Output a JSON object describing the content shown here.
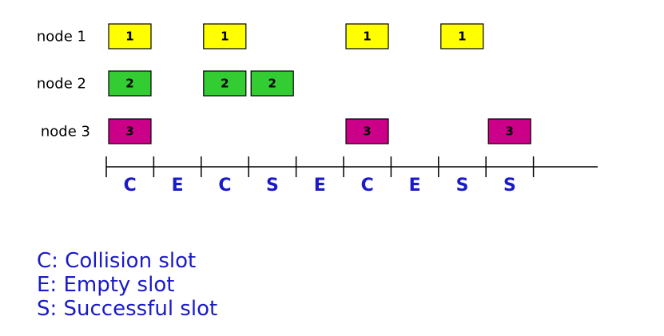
{
  "colors": {
    "node1": "#ffff00",
    "node2": "#33cc33",
    "node3": "#cc0088",
    "slot_text": "#1a1ac8",
    "legend_text": "#1a1ac8"
  },
  "nodes": [
    {
      "label": "node 1",
      "id": "1",
      "color_key": "node1",
      "slots": [
        0,
        2,
        5,
        7
      ]
    },
    {
      "label": "node 2",
      "id": "2",
      "color_key": "node2",
      "slots": [
        0,
        2,
        3
      ]
    },
    {
      "label": "node 3",
      "id": "3",
      "color_key": "node3",
      "slots": [
        0,
        5,
        8
      ]
    }
  ],
  "slots": [
    "C",
    "E",
    "C",
    "S",
    "E",
    "C",
    "E",
    "S",
    "S"
  ],
  "legend": [
    "C: Collision slot",
    "E: Empty slot",
    "S: Successful slot"
  ]
}
